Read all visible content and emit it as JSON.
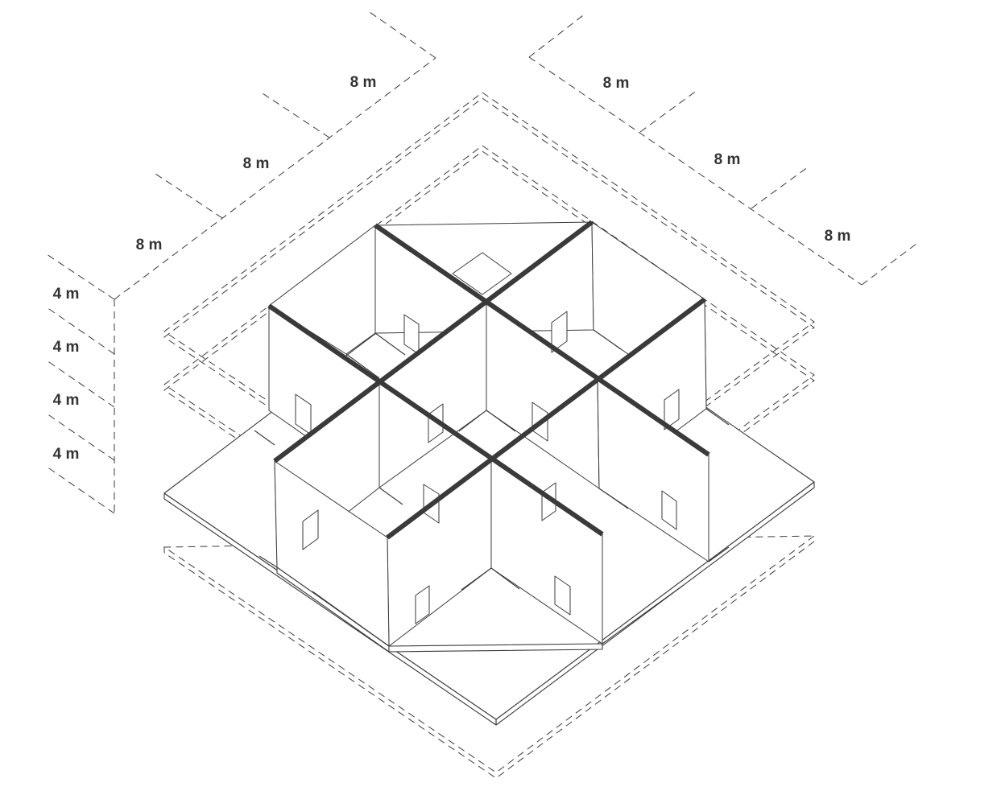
{
  "dimensions": {
    "width_labels": [
      "8 m",
      "8 m",
      "8 m"
    ],
    "depth_labels": [
      "8 m",
      "8 m",
      "8 m"
    ],
    "height_labels": [
      "4 m",
      "4 m",
      "4 m",
      "4 m"
    ]
  },
  "model": {
    "grid_cells": 3,
    "cell_size_m": 8,
    "levels": 4,
    "level_height_m": 4
  },
  "colors": {
    "line": "#3a3a3a",
    "label": "#333333",
    "background": "#ffffff"
  }
}
